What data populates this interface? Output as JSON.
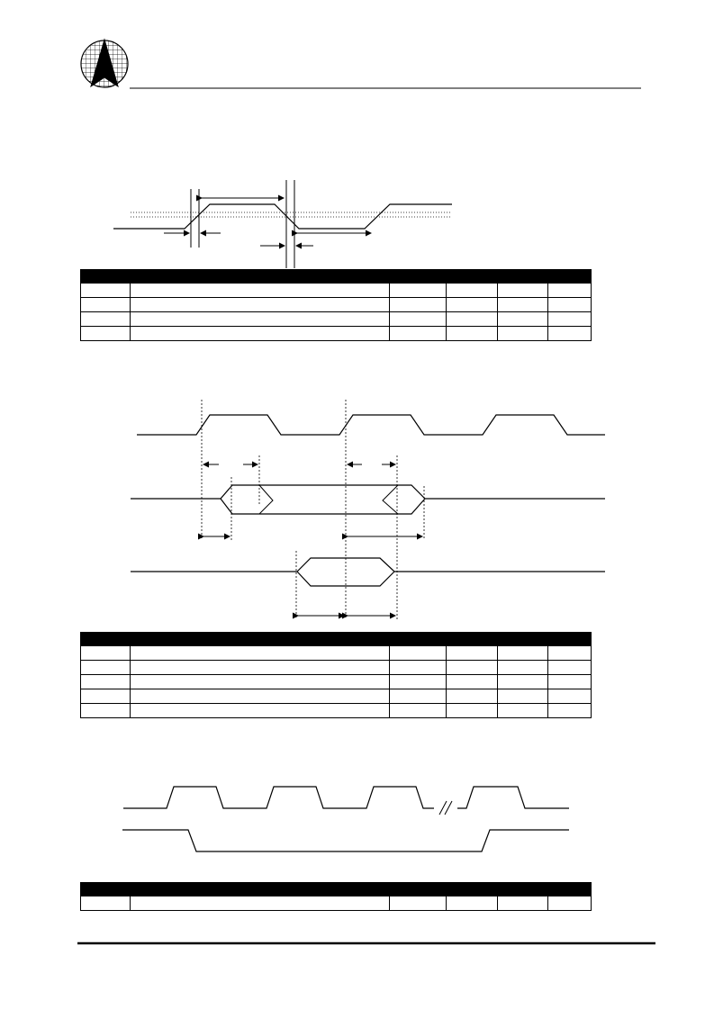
{
  "page": {
    "logo_icon": "arrowhead-globe-logo-icon",
    "colors": {
      "ink": "#000000",
      "paper": "#ffffff",
      "table_header": "#000000"
    }
  },
  "tables": [
    {
      "id": "reset-timing",
      "columns": [
        "",
        "",
        "",
        "",
        ""
      ],
      "rows": [
        [
          "",
          "",
          "",
          "",
          ""
        ],
        [
          "",
          "",
          "",
          "",
          ""
        ],
        [
          "",
          "",
          "",
          "",
          ""
        ],
        [
          "",
          "",
          "",
          "",
          ""
        ]
      ]
    },
    {
      "id": "clock-data-timing",
      "columns": [
        "",
        "",
        "",
        "",
        ""
      ],
      "rows": [
        [
          "",
          "",
          "",
          "",
          ""
        ],
        [
          "",
          "",
          "",
          "",
          ""
        ],
        [
          "",
          "",
          "",
          "",
          ""
        ],
        [
          "",
          "",
          "",
          "",
          ""
        ],
        [
          "",
          "",
          "",
          "",
          ""
        ]
      ]
    },
    {
      "id": "clock-enable-timing",
      "columns": [
        "",
        "",
        "",
        "",
        ""
      ],
      "rows": [
        [
          "",
          "",
          "",
          "",
          ""
        ]
      ]
    }
  ]
}
